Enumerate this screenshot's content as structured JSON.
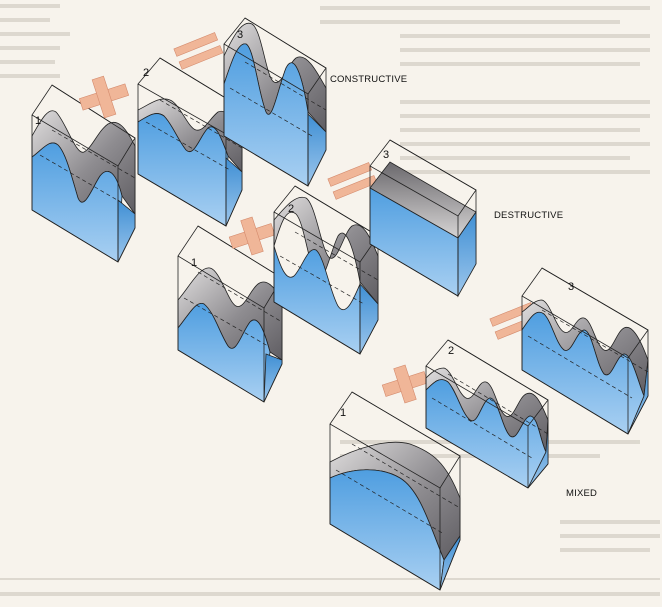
{
  "labels": {
    "constructive": "CONSTRUCTIVE",
    "destructive": "DESTRUCTIVE",
    "mixed": "MIXED"
  },
  "numbers": {
    "n1": "1",
    "n2": "2",
    "n3": "3"
  },
  "colors": {
    "water_top": "#4f9ee0",
    "water_bottom": "#a9d0f2",
    "wave_face_dark": "#6e6c70",
    "wave_face_light": "#d8d6d6",
    "operator": "#f0b698",
    "operator_edge": "#d48a6c",
    "page_background": "#f7f3ec"
  },
  "icons": [
    "plus-sign-icon",
    "equals-sign-icon"
  ]
}
